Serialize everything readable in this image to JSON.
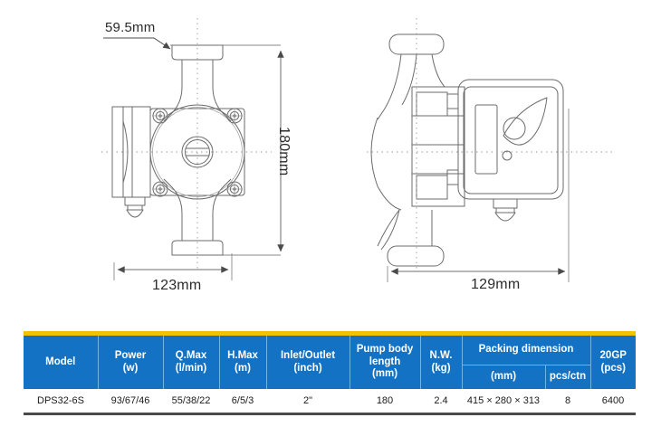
{
  "drawings": {
    "front_view": {
      "name": "pump-front-view",
      "dimensions": {
        "flange_width": "59.5mm",
        "height": "180mm",
        "width": "123mm"
      }
    },
    "side_view": {
      "name": "pump-side-view",
      "dimensions": {
        "depth": "129mm"
      }
    }
  },
  "table": {
    "headers": [
      {
        "label": "Model",
        "sub": null
      },
      {
        "label": "Power\n(w)",
        "line1": "Power",
        "line2": "(w)"
      },
      {
        "label": "Q.Max\n(l/min)",
        "line1": "Q.Max",
        "line2": "(l/min)"
      },
      {
        "label": "H.Max\n(m)",
        "line1": "H.Max",
        "line2": "(m)"
      },
      {
        "label": "Inlet/Outlet\n(inch)",
        "line1": "Inlet/Outlet",
        "line2": "(inch)"
      },
      {
        "label": "Pump body length (mm)",
        "line1": "Pump body",
        "line2": "length",
        "line3": "(mm)"
      },
      {
        "label": "N.W.\n(kg)",
        "line1": "N.W.",
        "line2": "(kg)"
      },
      {
        "label": "Packing dimension",
        "sub": [
          "(mm)",
          "pcs/ctn"
        ]
      },
      {
        "label": "20GP\n(pcs)",
        "line1": "20GP",
        "line2": "(pcs)"
      }
    ],
    "header_model": "Model",
    "header_power_1": "Power",
    "header_power_2": "(w)",
    "header_qmax_1": "Q.Max",
    "header_qmax_2": "(l/min)",
    "header_hmax_1": "H.Max",
    "header_hmax_2": "(m)",
    "header_inout_1": "Inlet/Outlet",
    "header_inout_2": "(inch)",
    "header_body_1": "Pump body",
    "header_body_2": "length",
    "header_body_3": "(mm)",
    "header_nw_1": "N.W.",
    "header_nw_2": "(kg)",
    "header_packing": "Packing dimension",
    "header_packing_mm": "(mm)",
    "header_packing_pcs": "pcs/ctn",
    "header_20gp_1": "20GP",
    "header_20gp_2": "(pcs)",
    "rows": [
      {
        "model": "DPS32-6S",
        "power": "93/67/46",
        "qmax": "55/38/22",
        "hmax": "6/5/3",
        "inlet_outlet": "2\"",
        "pump_body_length": "180",
        "nw": "2.4",
        "packing_mm": "415 × 280 × 313",
        "pcs_per_ctn": "8",
        "twenty_gp": "6400"
      }
    ]
  },
  "colors": {
    "header_blue": "#1472c4",
    "accent_yellow": "#f2c200",
    "line_gray": "#6b6b6b",
    "text_dark": "#2b2b2b"
  }
}
